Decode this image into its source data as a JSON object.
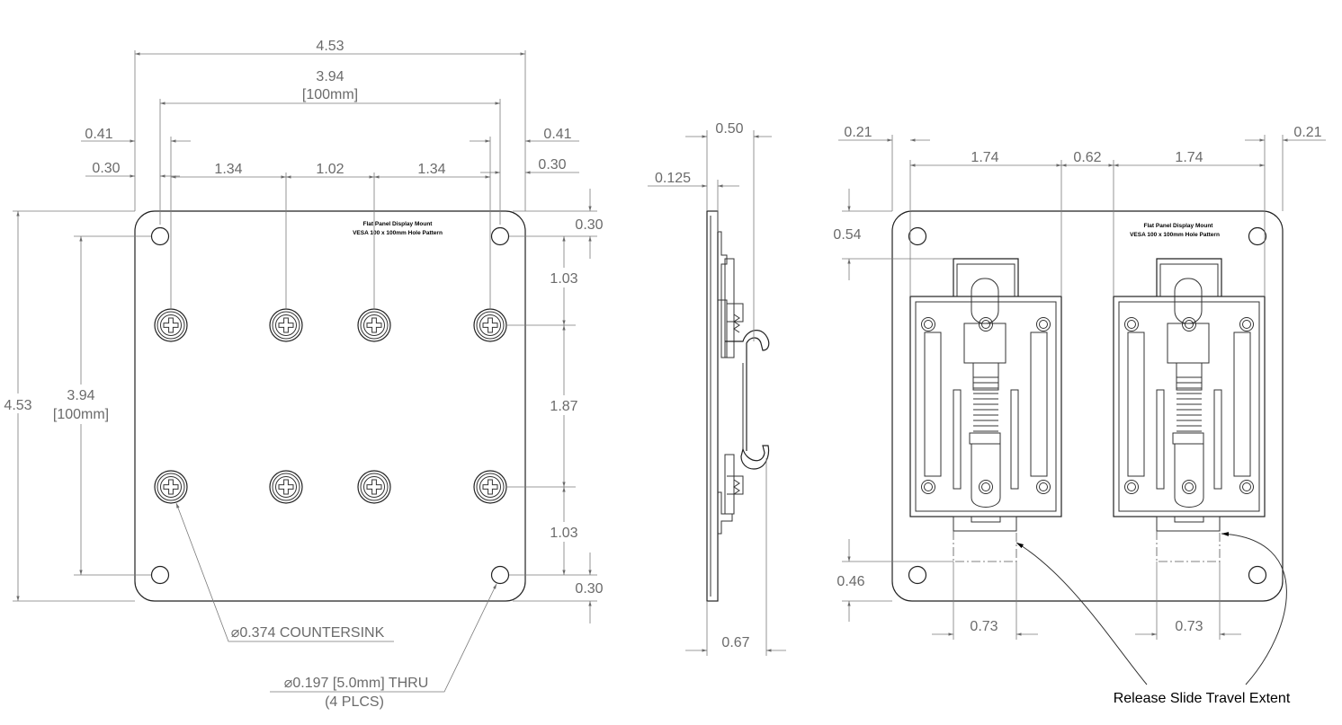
{
  "front_view": {
    "label_line1": "Flat Panel Display Mount",
    "label_line2": "VESA 100 x 100mm Hole Pattern",
    "dims": {
      "overall_width": "4.53",
      "hole_spacing": "3.94",
      "hole_spacing_mm": "[100mm]",
      "edge_left_041": "0.41",
      "edge_right_041": "0.41",
      "edge_left_030": "0.30",
      "edge_right_030": "0.30",
      "screw_pitch_a": "1.34",
      "screw_pitch_b": "1.02",
      "screw_pitch_c": "1.34",
      "overall_height": "4.53",
      "v_hole_spacing": "3.94",
      "v_hole_spacing_mm": "[100mm]",
      "top_030": "0.30",
      "v_103_top": "1.03",
      "v_187": "1.87",
      "v_103_bottom": "1.03",
      "bottom_030": "0.30"
    },
    "notes": {
      "countersink": "⌀0.374 COUNTERSINK",
      "thru_hole": "⌀0.197 [5.0mm] THRU",
      "thru_qty": "(4 PLCS)"
    }
  },
  "side_view": {
    "dims": {
      "top_050": "0.50",
      "plate_0125": "0.125",
      "bottom_067": "0.67"
    }
  },
  "rear_view": {
    "label_line1": "Flat Panel Display Mount",
    "label_line2": "VESA 100 x 100mm Hole Pattern",
    "dims": {
      "left_021": "0.21",
      "right_021": "0.21",
      "bracket_left_174": "1.74",
      "gap_062": "0.62",
      "bracket_right_174": "1.74",
      "top_054": "0.54",
      "bottom_046": "0.46",
      "slide_left_073": "0.73",
      "slide_right_073": "0.73"
    },
    "callout": "Release Slide Travel Extent"
  }
}
